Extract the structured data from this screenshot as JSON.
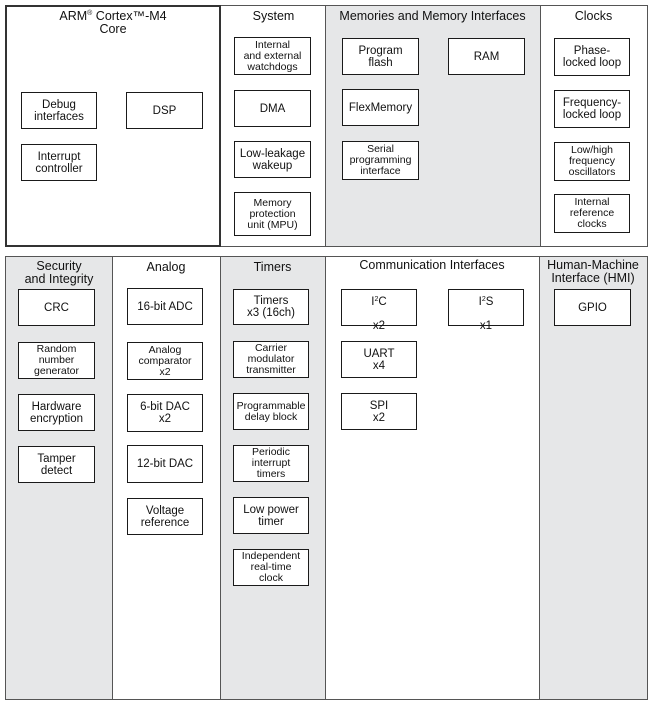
{
  "top": {
    "core": {
      "brand": "ARM",
      "title_rest": " Cortex™-M4",
      "title_line2": "Core",
      "registered_mark": "®",
      "blocks": [
        "Debug\ninterfaces",
        "DSP",
        "Interrupt\ncontroller"
      ]
    },
    "system": {
      "title": "System",
      "blocks": [
        "Internal\nand external\nwatchdogs",
        "DMA",
        "Low-leakage\nwakeup",
        "Memory\nprotection\nunit (MPU)"
      ]
    },
    "memories": {
      "title": "Memories and Memory Interfaces",
      "blocks": [
        "Program\nflash",
        "RAM",
        "FlexMemory",
        "Serial\nprogramming\ninterface"
      ]
    },
    "clocks": {
      "title": "Clocks",
      "blocks": [
        "Phase-\nlocked loop",
        "Frequency-\nlocked loop",
        "Low/high\nfrequency\noscillators",
        "Internal\nreference\nclocks"
      ]
    }
  },
  "bottom": {
    "security": {
      "title": "Security\nand Integrity",
      "blocks": [
        "CRC",
        "Random\nnumber\ngenerator",
        "Hardware\nencryption",
        "Tamper\ndetect"
      ]
    },
    "analog": {
      "title": "Analog",
      "blocks": [
        "16-bit ADC",
        "Analog\ncomparator\nx2",
        "6-bit DAC\nx2",
        "12-bit DAC",
        "Voltage\nreference"
      ]
    },
    "timers": {
      "title": "Timers",
      "blocks": [
        "Timers\nx3 (16ch)",
        "Carrier\nmodulator\ntransmitter",
        "Programmable\ndelay block",
        "Periodic\ninterrupt\ntimers",
        "Low power\ntimer",
        "Independent\nreal-time\nclock"
      ]
    },
    "comm": {
      "title": "Communication Interfaces",
      "i2c": {
        "prefix": "I",
        "sup": "2",
        "suffix": "C",
        "count": "x2"
      },
      "i2s": {
        "prefix": "I",
        "sup": "2",
        "suffix": "S",
        "count": "x1"
      },
      "uart": "UART\nx4",
      "spi": "SPI\nx2"
    },
    "hmi": {
      "title": "Human-Machine\nInterface (HMI)",
      "blocks": [
        "GPIO"
      ]
    }
  }
}
